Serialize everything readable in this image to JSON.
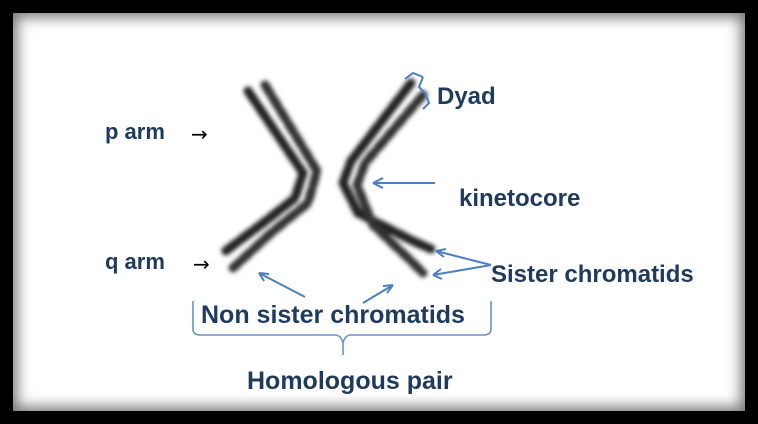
{
  "labels": {
    "p_arm": "p arm",
    "q_arm": "q arm",
    "dyad": "Dyad",
    "kinetocore": "kinetocore",
    "sister_chromatids": "Sister chromatids",
    "non_sister_chromatids": "Non sister chromatids",
    "homologous_pair": "Homologous pair"
  },
  "arrow_glyph": "→",
  "colors": {
    "label_text": "#1f3a5f",
    "pointer": "#4a7fc1",
    "chromatid_dark": "#1a1a1a",
    "frame": "#000000"
  }
}
